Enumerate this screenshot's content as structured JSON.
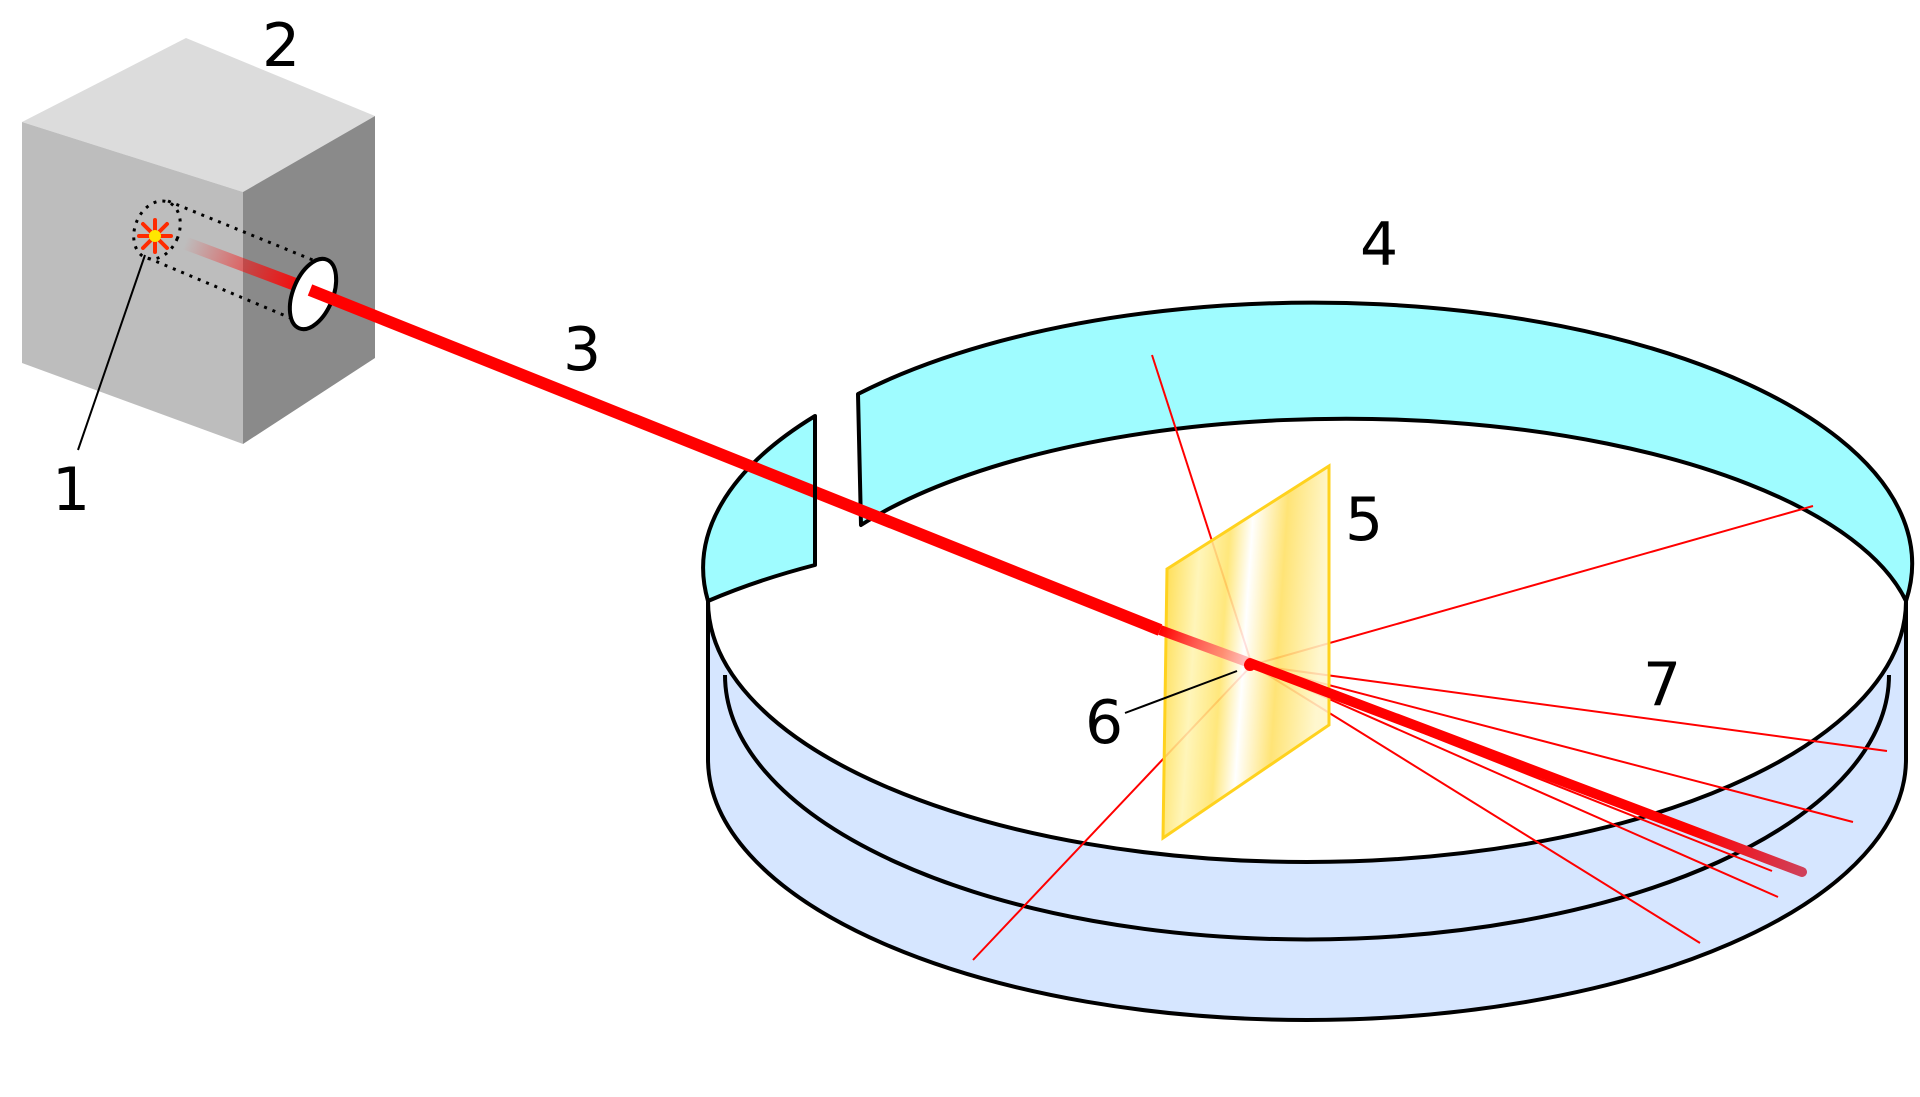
{
  "labels": {
    "source": "1",
    "box": "2",
    "beam": "3",
    "screen": "4",
    "foil": "5",
    "impact_point": "6",
    "scattered": "7"
  },
  "colors": {
    "beam": "#ff0000",
    "box_top": "#dcdcdc",
    "box_front": "#bdbdbd",
    "box_side": "#8a8a8a",
    "screen_inner": "#9ffcff",
    "screen_outer": "#d6e6ff",
    "foil_gold": "#ffd21e",
    "source_star": "#ff2a00",
    "source_core": "#ffe600"
  },
  "icons": {
    "source": "radioactive-source-star-icon"
  }
}
